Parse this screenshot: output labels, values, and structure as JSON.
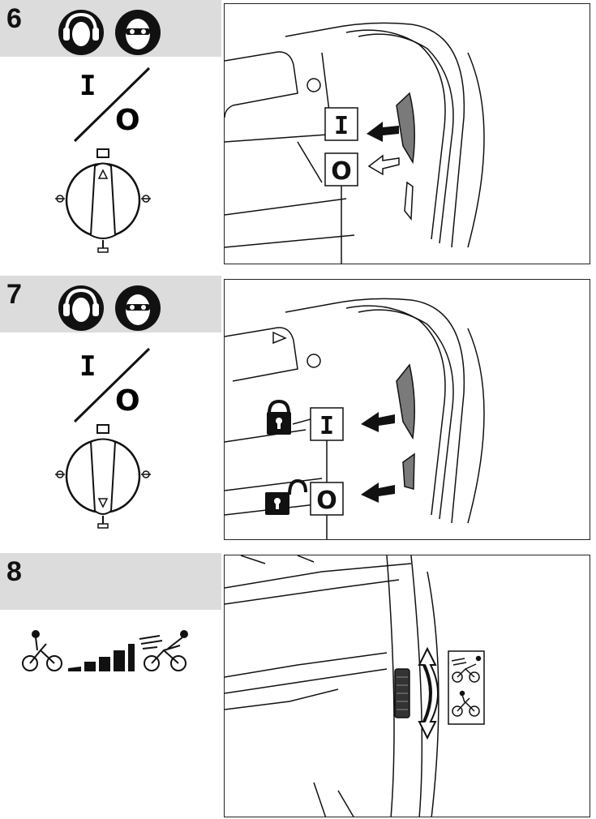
{
  "steps": [
    {
      "number": "6",
      "on_symbol": "I",
      "off_symbol": "O"
    },
    {
      "number": "7",
      "on_symbol": "I",
      "off_symbol": "O"
    },
    {
      "number": "8"
    }
  ],
  "icons": {
    "ear_protection": "ear-protection-icon",
    "eye_protection": "eye-protection-icon",
    "lock": "lock-icon",
    "unlock": "unlock-icon",
    "speed_low": "cyclist-slow-icon",
    "speed_high": "cyclist-fast-icon",
    "speed_ramp": "speed-ramp-icon"
  },
  "colors": {
    "band": "#dcdcdc",
    "ink": "#111111",
    "trigger": "#7a7a7a"
  }
}
